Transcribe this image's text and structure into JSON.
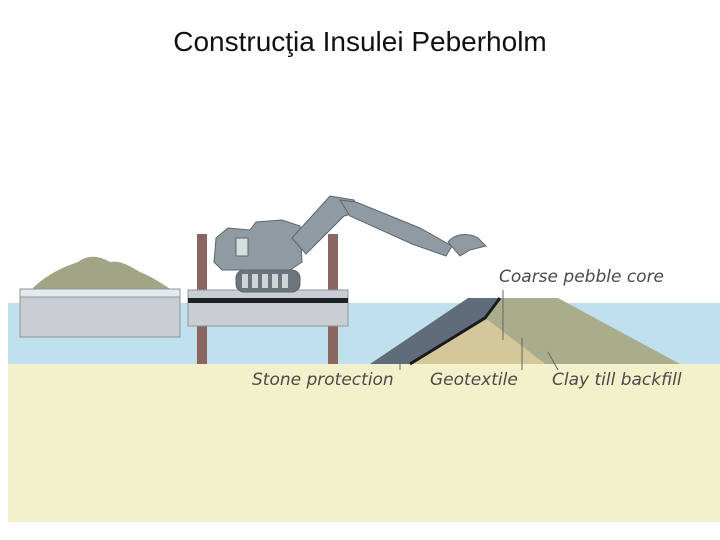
{
  "title": "Construcţia Insulei Peberholm",
  "labels": {
    "core": "Coarse pebble core",
    "stone": "Stone protection",
    "geotextile": "Geotextile",
    "clay": "Clay till backfill"
  },
  "colors": {
    "sea": "#bfe0ec",
    "seabed": "#f3f0cc",
    "pebble_core": "#a9ad8c",
    "stone_protection": "#5f6c7a",
    "geotextile": "#1a1a1a",
    "clay_fill": "#d4c89a",
    "barge": "#c8ced3",
    "gravel_pile": "#a2a486",
    "excavator": "#8f9aa3",
    "piles": "#8a6660"
  }
}
